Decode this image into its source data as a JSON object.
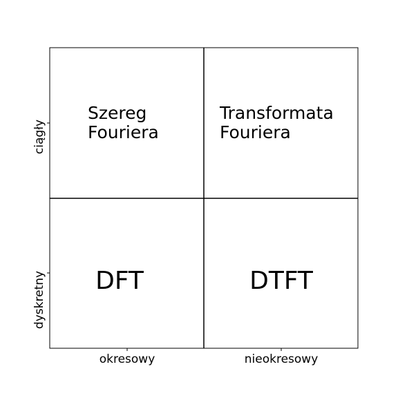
{
  "diagram": {
    "type": "2x2 classification grid",
    "x_axis": {
      "ticks": [
        "okresowy",
        "nieokresowy"
      ]
    },
    "y_axis": {
      "ticks": [
        "ciągły",
        "dyskretny"
      ]
    },
    "cells": {
      "top_left": {
        "lines": [
          "Szereg",
          "Fouriera"
        ]
      },
      "top_right": {
        "lines": [
          "Transformata",
          "Fouriera"
        ]
      },
      "bottom_left": {
        "label": "DFT"
      },
      "bottom_right": {
        "label": "DTFT"
      }
    },
    "colors": {
      "background": "#ffffff",
      "lines": "#000000",
      "text": "#000000"
    }
  }
}
